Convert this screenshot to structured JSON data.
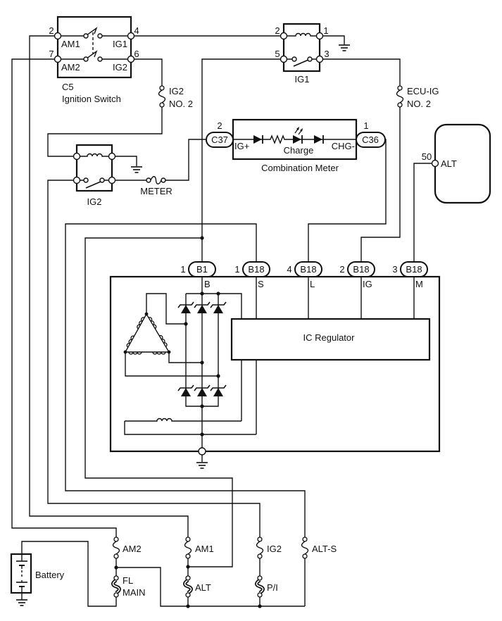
{
  "colors": {
    "line": "#111111",
    "background": "#ffffff"
  },
  "ignition_switch": {
    "connector": "C5",
    "name": "Ignition Switch",
    "pins": {
      "am1": "2",
      "ig1": "4",
      "am2": "7",
      "ig2": "6"
    },
    "terminals": {
      "am1": "AM1",
      "ig1": "IG1",
      "am2": "AM2",
      "ig2": "IG2"
    }
  },
  "ig1_relay": {
    "label": "IG1",
    "pins": {
      "coil_in": "2",
      "coil_out": "1",
      "switch_in": "5",
      "switch_out": "3"
    }
  },
  "ig2_relay": {
    "label": "IG2"
  },
  "fuses": {
    "ig2_no2": [
      "IG2",
      "NO. 2"
    ],
    "ecu_ig_no2": [
      "ECU-IG",
      "NO. 2"
    ],
    "meter": "METER",
    "am2": "AM2",
    "am1": "AM1",
    "ig2": "IG2",
    "alt_s": "ALT-S"
  },
  "fusible_links": {
    "fl_main": [
      "FL",
      "MAIN"
    ],
    "alt": "ALT",
    "p_i": "P/I"
  },
  "combination_meter": {
    "name": "Combination Meter",
    "connector_in": {
      "id": "C37",
      "pin": "2"
    },
    "connector_out": {
      "id": "C36",
      "pin": "1"
    },
    "terminal_in": "IG+",
    "terminal_out": "CHG-",
    "indicator": "Charge"
  },
  "ecm": {
    "pin": "50",
    "terminal": "ALT"
  },
  "alternator": {
    "connectors": [
      {
        "pin": "1",
        "id": "B1",
        "terminal": "B"
      },
      {
        "pin": "1",
        "id": "B18",
        "terminal": "S"
      },
      {
        "pin": "4",
        "id": "B18",
        "terminal": "L"
      },
      {
        "pin": "2",
        "id": "B18",
        "terminal": "IG"
      },
      {
        "pin": "3",
        "id": "B18",
        "terminal": "M"
      }
    ],
    "regulator": "IC Regulator"
  },
  "battery": {
    "label": "Battery"
  }
}
